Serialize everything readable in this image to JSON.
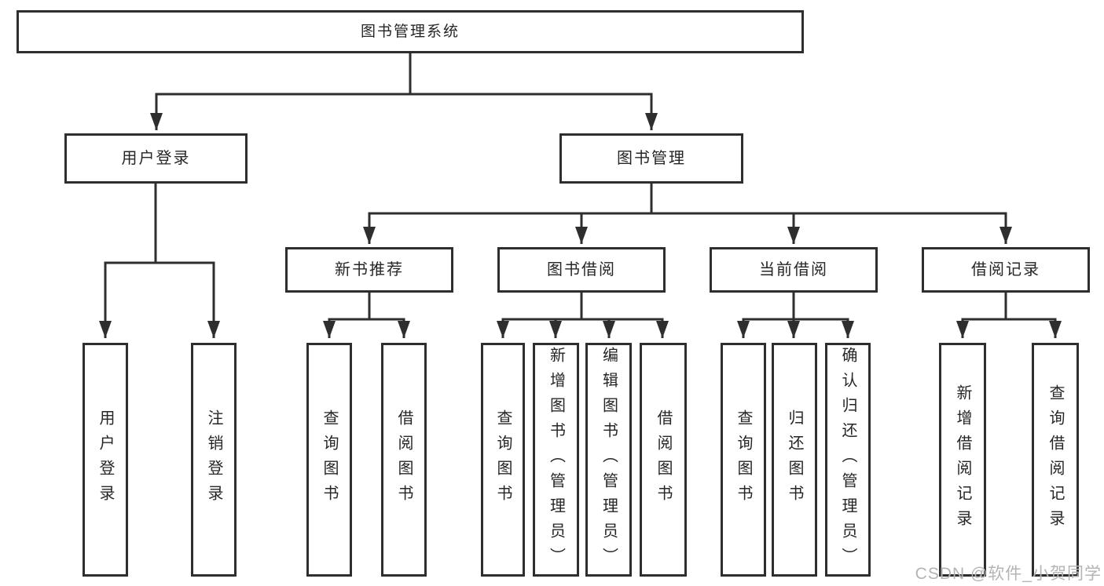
{
  "title": "图书管理系统",
  "root": {
    "label": "图书管理系统"
  },
  "level2": [
    {
      "label": "用户登录"
    },
    {
      "label": "图书管理"
    }
  ],
  "level3": [
    {
      "label": "新书推荐"
    },
    {
      "label": "图书借阅"
    },
    {
      "label": "当前借阅"
    },
    {
      "label": "借阅记录"
    }
  ],
  "leaves": {
    "login": [
      "用户登录",
      "注销登录"
    ],
    "newbook": [
      "查询图书",
      "借阅图书"
    ],
    "borrow": [
      "查询图书",
      "新增图书（管理员）",
      "编辑图书（管理员）",
      "借阅图书"
    ],
    "current": [
      "查询图书",
      "归还图书",
      "确认归还（管理员）"
    ],
    "records": [
      "新增借阅记录",
      "查询借阅记录"
    ]
  },
  "watermark": "CSDN @软件_小贺同学",
  "colors": {
    "line": "#2e2e2e",
    "text": "#262626",
    "background": "#ffffff",
    "watermark": "#b4b4b4"
  }
}
